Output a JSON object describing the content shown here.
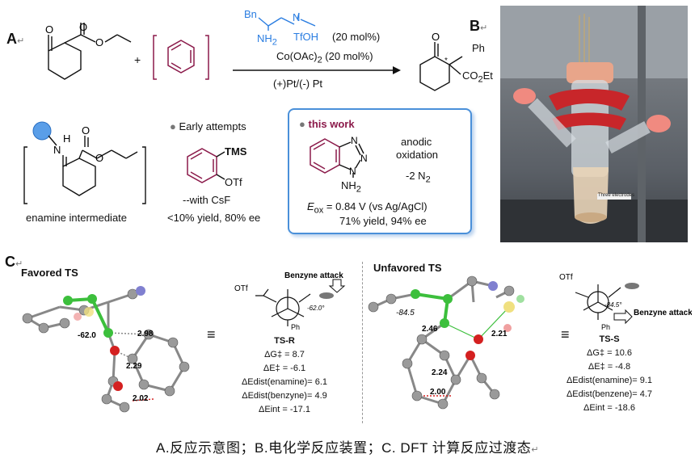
{
  "panelA": {
    "letter": "A",
    "mark": "↵",
    "plus": "+",
    "catalyst_bn": "Bn",
    "catalyst_nh2": "NH",
    "catalyst_nh2_sub": "2",
    "catalyst_acid": "TfOH",
    "catalyst_loading": "(20 mol%)",
    "cobalt": "Co(OAc)",
    "cobalt_sub": "2",
    "cobalt_loading": " (20 mol%)",
    "electrodes": "(+)Pt/(-) Pt",
    "product_ph": "Ph",
    "product_co2et": "CO",
    "product_co2et_sub": "2",
    "product_co2et_tail": "Et",
    "product_o": "O",
    "sm_o": "O",
    "sm_o2": "O",
    "sm_o3": "O",
    "enamine_label": "enamine intermediate",
    "enamine_n": "N",
    "enamine_h": "H",
    "enamine_o": "O",
    "enamine_o2": "O",
    "early_title": "Early attempts",
    "tms": "TMS",
    "otf": "OTf",
    "with_csf": "--with CsF",
    "early_result": "<10% yield, 80% ee",
    "thiswork_title": "this work",
    "anodic": "anodic",
    "oxidation": "oxidation",
    "minus_n2": "-2 N",
    "minus_n2_sub": "2",
    "triazole_n": "N",
    "triazole_nh2": "NH",
    "triazole_nh2_sub": "2",
    "e_label": "E",
    "e_sub": "ox",
    "e_value": " = 0.84 V (vs Ag/AgCl)",
    "thiswork_result": "71% yield, 94% ee"
  },
  "panelB": {
    "letter": "B",
    "mark": "↵",
    "photo_label": "Three electrodes"
  },
  "panelC": {
    "letter": "C",
    "mark": "↵",
    "favored_title": "Favored TS",
    "unfavored_title": "Unfavored TS",
    "fav_dist1": "2.98",
    "fav_dist2": "2.29",
    "fav_dist3": "2.02",
    "fav_angle": "-62.0",
    "unfav_dist1": "2.46",
    "unfav_dist2": "2.21",
    "unfav_dist3": "2.24",
    "unfav_dist4": "2.00",
    "unfav_angle": "-84.5",
    "equiv": "≡",
    "benzyne_attack_r": "Benzyne attack",
    "benzyne_attack_s": "Benzyne attack",
    "newman_r_angle": "-62.0°",
    "newman_s_angle": "-84.5°",
    "otf_r": "OTf",
    "otf_s": "OTf",
    "ph_r": "Ph",
    "ph_s": "Ph",
    "ts_r": {
      "name": "TS-R",
      "dg": "ΔG‡ = 8.7",
      "de": "ΔE‡ = -6.1",
      "dist_enamine": "ΔEdist(enamine)= 6.1",
      "dist_benzene": "ΔEdist(benzyne)= 4.9",
      "int": "ΔEint = -17.1"
    },
    "ts_s": {
      "name": "TS-S",
      "dg": "ΔG‡ = 10.6",
      "de": "ΔE‡ = -4.8",
      "dist_enamine": "ΔEdist(enamine)= 9.1",
      "dist_benzene": "ΔEdist(benzene)= 4.7",
      "int": "ΔEint = -18.6"
    }
  },
  "caption": "A.反应示意图；B.电化学反应装置；C. DFT 计算反应过渡态",
  "caption_mark": "↵",
  "colors": {
    "box_border": "#4a90d9",
    "maroon": "#8b1a4a",
    "blue": "#2a7de1",
    "green_atom": "#3cbf3c",
    "red_atom": "#d42020",
    "grey_atom": "#9a9a9a"
  }
}
